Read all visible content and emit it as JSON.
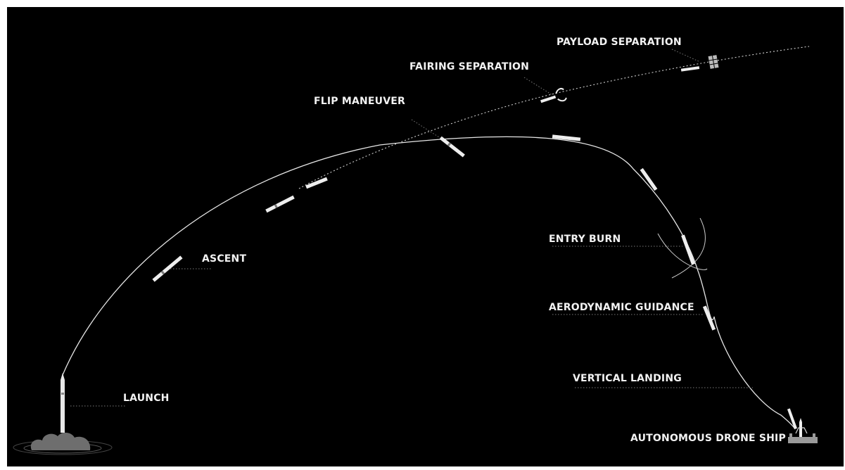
{
  "labels": {
    "launch": "LAUNCH",
    "ascent": "ASCENT",
    "flip_maneuver": "FLIP MANEUVER",
    "fairing_separation": "FAIRING SEPARATION",
    "payload_separation": "PAYLOAD SEPARATION",
    "entry_burn": "ENTRY BURN",
    "aerodynamic_guidance": "AERODYNAMIC GUIDANCE",
    "vertical_landing": "VERTICAL LANDING",
    "autonomous_drone_ship": "AUTONOMOUS DRONE SHIP"
  },
  "colors": {
    "background": "#000000",
    "trajectory": "#e6e6e6",
    "text": "#f2f2f2",
    "smoke": "#6e6e6e"
  }
}
